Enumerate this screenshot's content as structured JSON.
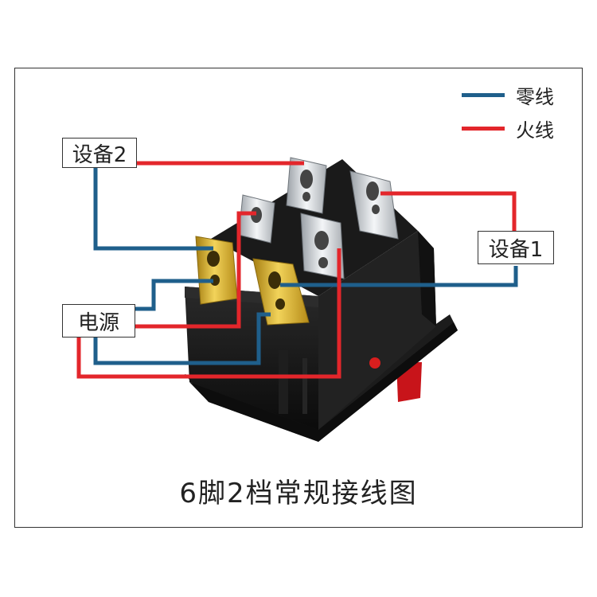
{
  "legend": {
    "items": [
      {
        "label": "零线",
        "color": "#1f5f8b"
      },
      {
        "label": "火线",
        "color": "#e3262b"
      }
    ]
  },
  "labels": {
    "device2": "设备2",
    "device1": "设备1",
    "power": "电源"
  },
  "caption": "6脚2档常规接线图",
  "colors": {
    "neutral": "#1f5f8b",
    "live": "#e3262b",
    "switch_body": "#151515",
    "brass": "#c9a227",
    "silver": "#cfd2d6",
    "indicator": "#d81e1e"
  }
}
